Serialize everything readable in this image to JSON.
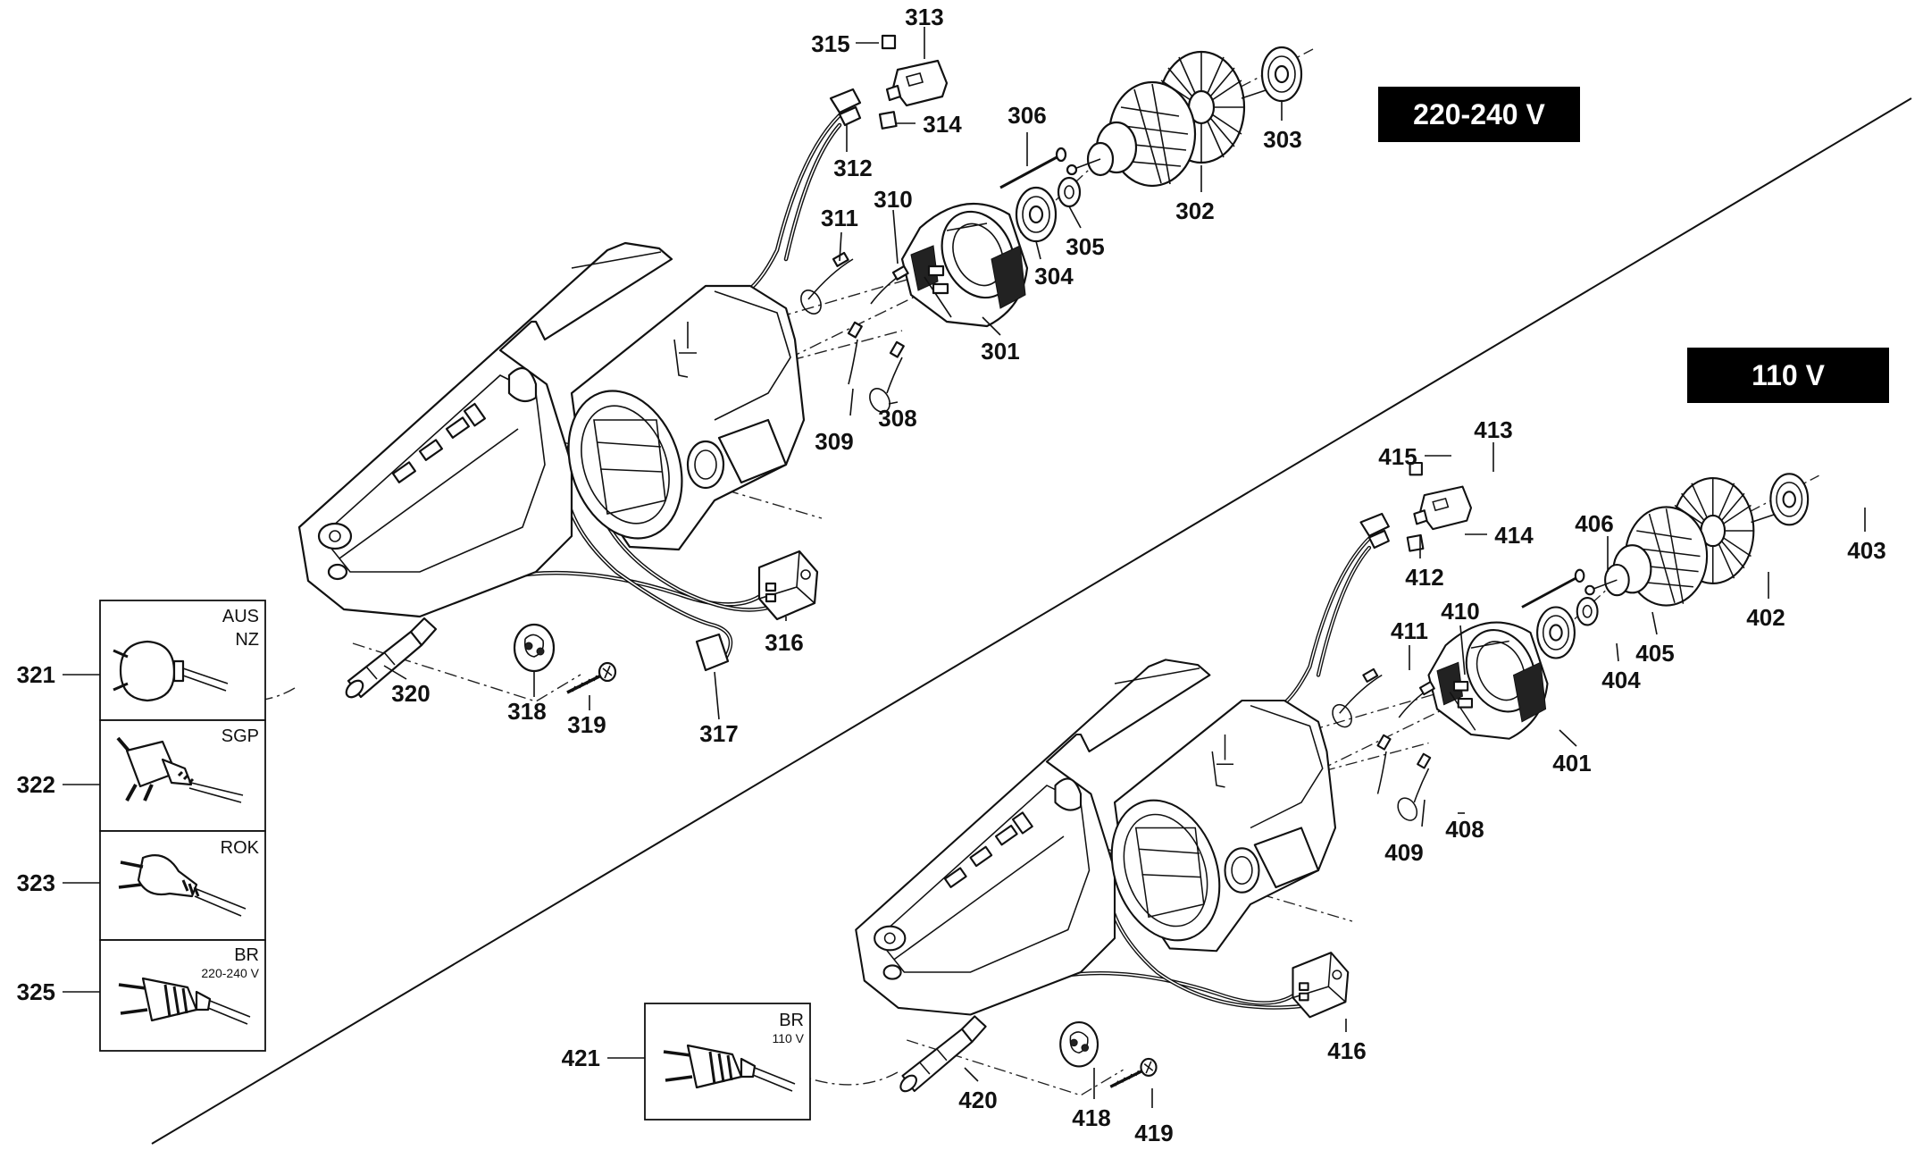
{
  "voltage_labels": {
    "high": "220-240 V",
    "low": "110 V"
  },
  "plug_boxes": [
    {
      "code": "321",
      "title": "AUS",
      "sub": "NZ"
    },
    {
      "code": "322",
      "title": "SGP",
      "sub": ""
    },
    {
      "code": "323",
      "title": "ROK",
      "sub": ""
    },
    {
      "code": "325",
      "title": "BR",
      "sub": "220-240 V"
    },
    {
      "code": "421",
      "title": "BR",
      "sub": "110 V"
    }
  ],
  "parts": {
    "p301": "301",
    "p302": "302",
    "p303": "303",
    "p304": "304",
    "p305": "305",
    "p306": "306",
    "p308": "308",
    "p309": "309",
    "p310": "310",
    "p311": "311",
    "p312": "312",
    "p313": "313",
    "p314": "314",
    "p315": "315",
    "p316": "316",
    "p317": "317",
    "p318": "318",
    "p319": "319",
    "p320": "320",
    "p401": "401",
    "p402": "402",
    "p403": "403",
    "p404": "404",
    "p405": "405",
    "p406": "406",
    "p408": "408",
    "p409": "409",
    "p410": "410",
    "p411": "411",
    "p412": "412",
    "p413": "413",
    "p414": "414",
    "p415": "415",
    "p416": "416",
    "p418": "418",
    "p419": "419",
    "p420": "420"
  },
  "colors": {
    "ink": "#111111",
    "badge": "#000000",
    "paper": "#ffffff"
  }
}
